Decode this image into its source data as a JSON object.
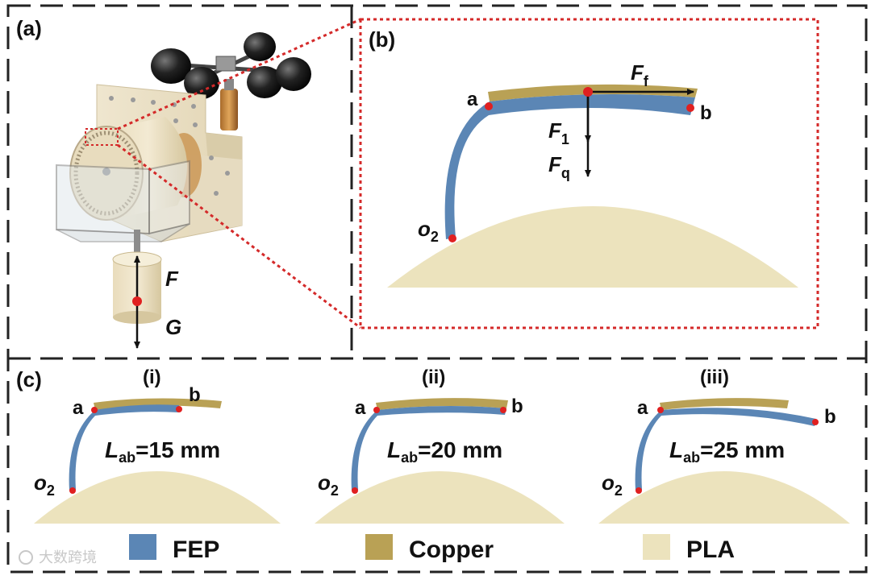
{
  "panels": {
    "a": {
      "label": "(a)",
      "force_up": "F",
      "force_down": "G"
    },
    "b": {
      "label": "(b)",
      "point_a": "a",
      "point_b": "b",
      "point_o": "o",
      "point_o_sub": "2",
      "ff": "F",
      "ff_sub": "f",
      "f1": "F",
      "f1_sub": "1",
      "fq": "F",
      "fq_sub": "q"
    },
    "c": {
      "label": "(c)",
      "cases": [
        {
          "label": "(i)",
          "a": "a",
          "b": "b",
          "o": "o",
          "o_sub": "2",
          "L": "L",
          "L_sub": "ab",
          "length": "=15 mm"
        },
        {
          "label": "(ii)",
          "a": "a",
          "b": "b",
          "o": "o",
          "o_sub": "2",
          "L": "L",
          "L_sub": "ab",
          "length": "=20 mm"
        },
        {
          "label": "(iii)",
          "a": "a",
          "b": "b",
          "o": "o",
          "o_sub": "2",
          "L": "L",
          "L_sub": "ab",
          "length": "=25 mm"
        }
      ]
    }
  },
  "legend": [
    {
      "label": "FEP",
      "color": "#5b86b5"
    },
    {
      "label": "Copper",
      "color": "#b9a155"
    },
    {
      "label": "PLA",
      "color": "#ece3bd"
    }
  ],
  "watermark": "大数跨境",
  "colors": {
    "fep": "#5b86b5",
    "copper": "#b9a155",
    "pla": "#ece3bd",
    "point": "#e02020",
    "dash": "#d42a2a"
  }
}
